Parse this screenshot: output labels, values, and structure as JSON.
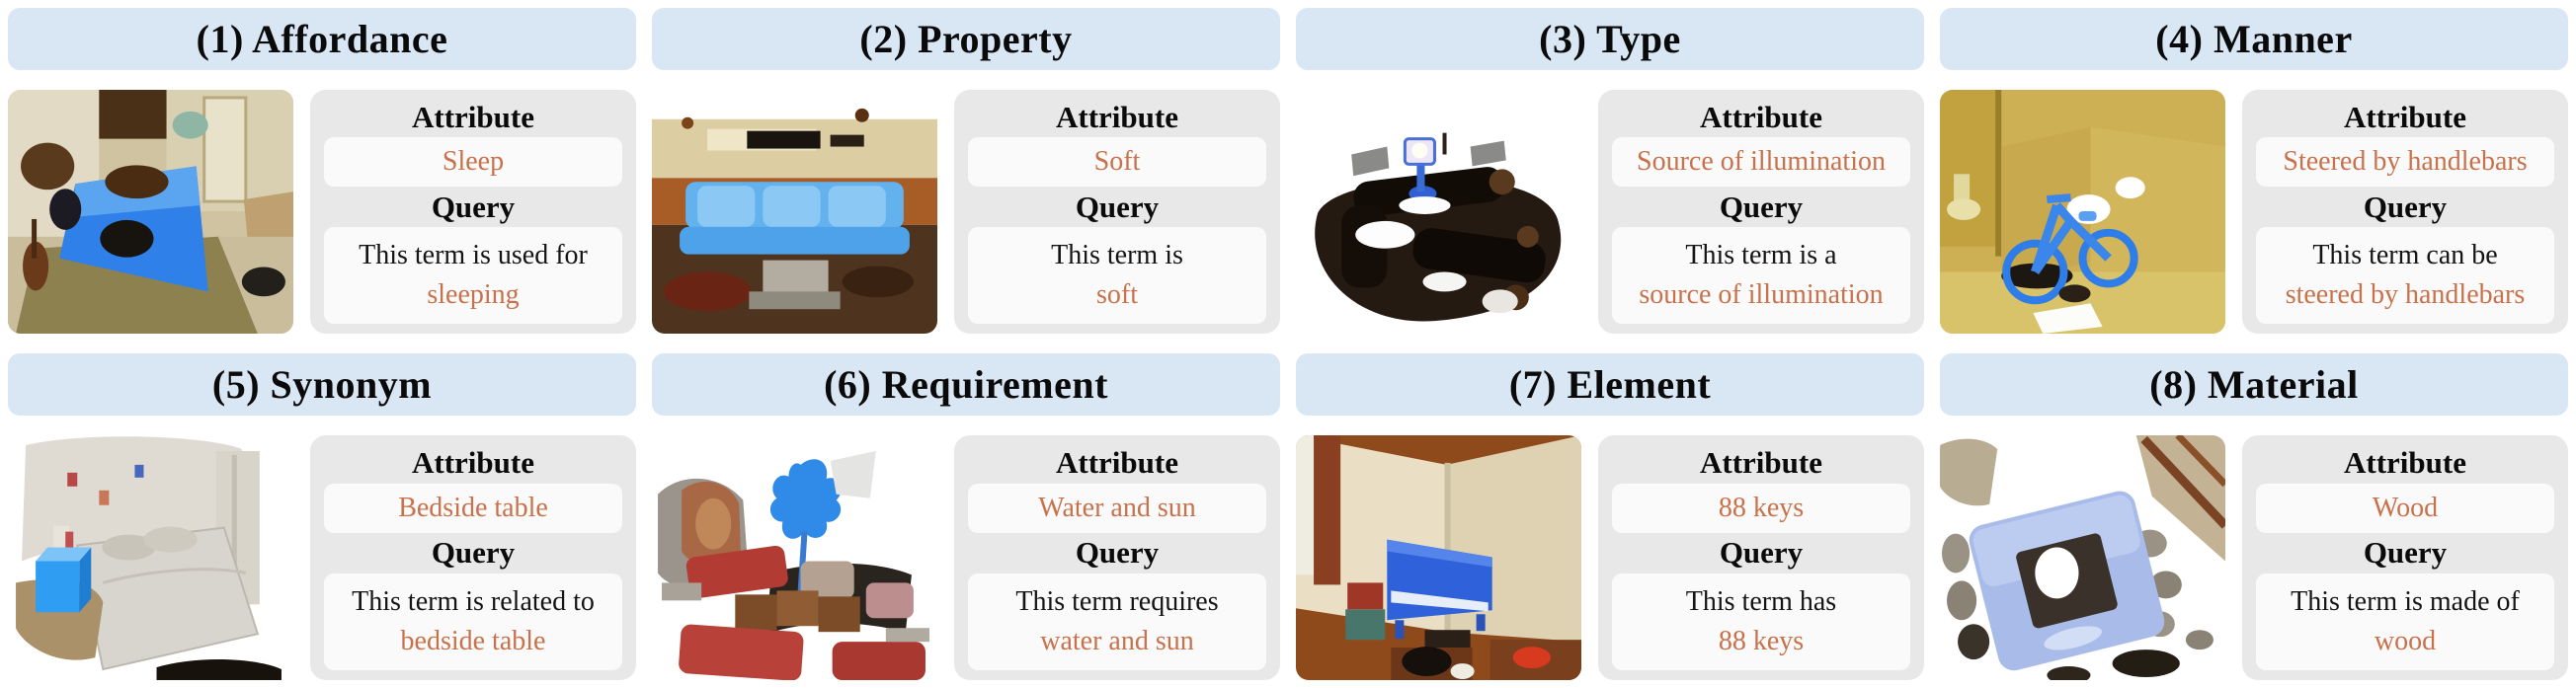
{
  "figure": {
    "kind": "attribute-type-examples-figure"
  },
  "colors": {
    "banner_bg": "#d9e6f4",
    "card_bg": "#e8e8e8",
    "box_bg": "#fafafa",
    "accent": "#c8714a",
    "ink": "#0a0a0a",
    "page_bg": "#ffffff",
    "highlight_object_blue": "#2f80e8"
  },
  "labels": {
    "attribute": "Attribute",
    "query": "Query"
  },
  "panels": [
    {
      "title": "(1) Affordance",
      "attribute": "Sleep",
      "query_prefix": "This term is used for",
      "query_highlight": "sleeping",
      "scene": "bedroom-scene-blue-bed"
    },
    {
      "title": "(2) Property",
      "attribute": "Soft",
      "query_prefix": "This term is",
      "query_highlight": "soft",
      "scene": "living-room-scene-blue-sofa"
    },
    {
      "title": "(3) Type",
      "attribute": "Source of illumination",
      "query_prefix": "This term is a",
      "query_highlight": "source of illumination",
      "scene": "lounge-scene-blue-lamp"
    },
    {
      "title": "(4) Manner",
      "attribute": "Steered by handlebars",
      "query_prefix": "This term can be",
      "query_highlight": "steered by handlebars",
      "scene": "bathroom-scene-blue-bicycle"
    },
    {
      "title": "(5) Synonym",
      "attribute": "Bedside table",
      "query_prefix": "This term is related to",
      "query_highlight": "bedside table",
      "scene": "bedroom-scene-blue-bedside-table"
    },
    {
      "title": "(6) Requirement",
      "attribute": "Water and sun",
      "query_prefix": "This term requires",
      "query_highlight": "water and sun",
      "scene": "lobby-scene-blue-plant"
    },
    {
      "title": "(7) Element",
      "attribute": "88 keys",
      "query_prefix": "This term has",
      "query_highlight": "88 keys",
      "scene": "living-room-scene-blue-piano"
    },
    {
      "title": "(8) Material",
      "attribute": "Wood",
      "query_prefix": "This term is made of",
      "query_highlight": "wood",
      "scene": "conference-room-scene-blue-table"
    }
  ]
}
